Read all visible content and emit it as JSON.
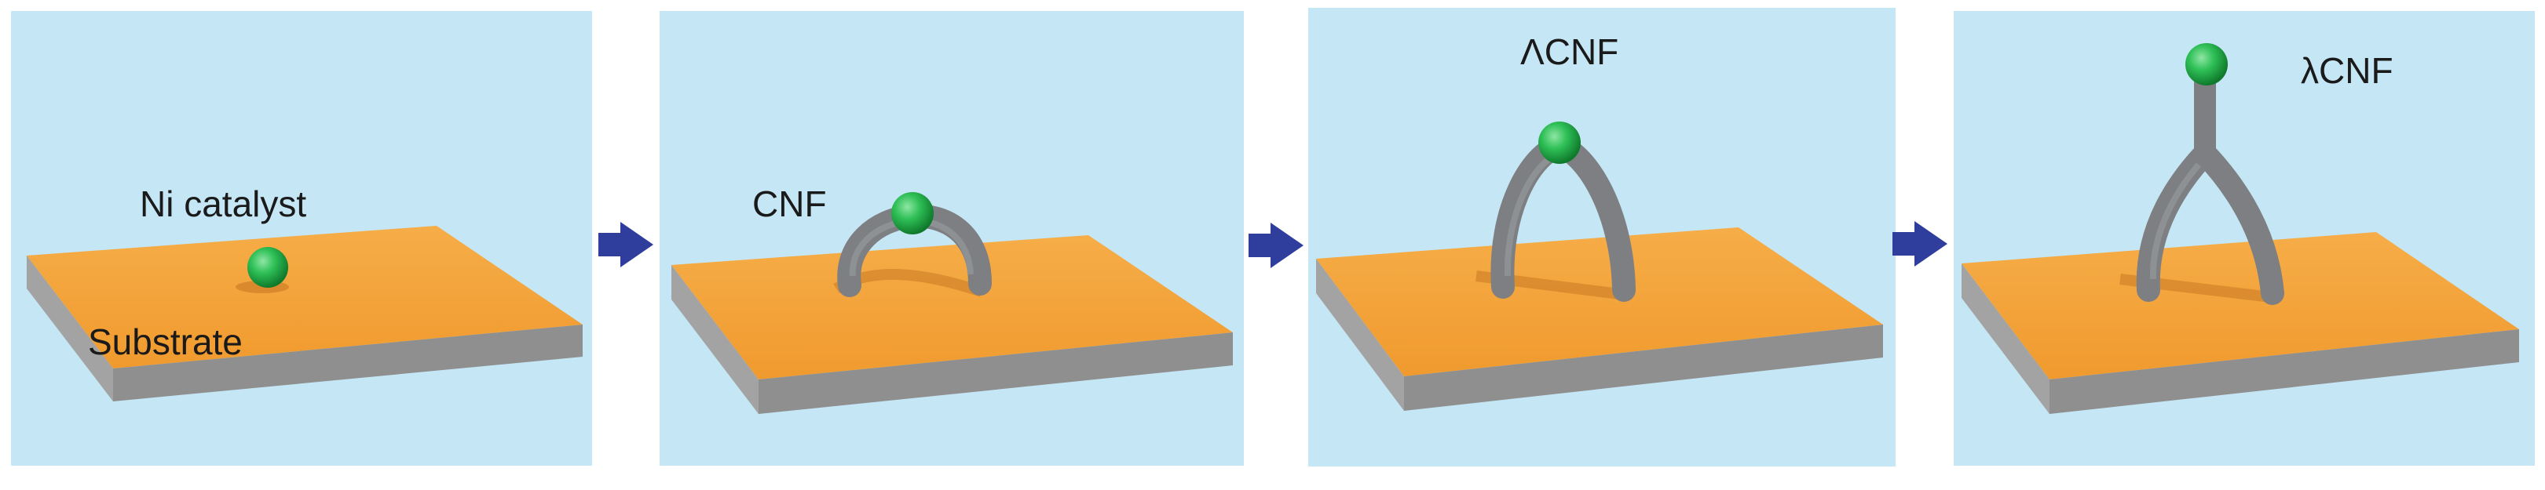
{
  "panels": [
    {
      "labels": {
        "catalyst": "Ni catalyst",
        "substrate": "Substrate"
      }
    },
    {
      "labels": {
        "fiber": "CNF"
      }
    },
    {
      "labels": {
        "fiber": "ΛCNF"
      }
    },
    {
      "labels": {
        "fiber": "λCNF"
      }
    }
  ],
  "colors": {
    "background_panel": "#c5e6f4",
    "substrate_top": "#f3a33c",
    "substrate_side": "#8f8f8f",
    "fiber": "#7d7f82",
    "catalyst": "#23b34a",
    "arrow": "#2f3d9c"
  },
  "icons": {
    "arrow": "right-arrow-icon"
  }
}
